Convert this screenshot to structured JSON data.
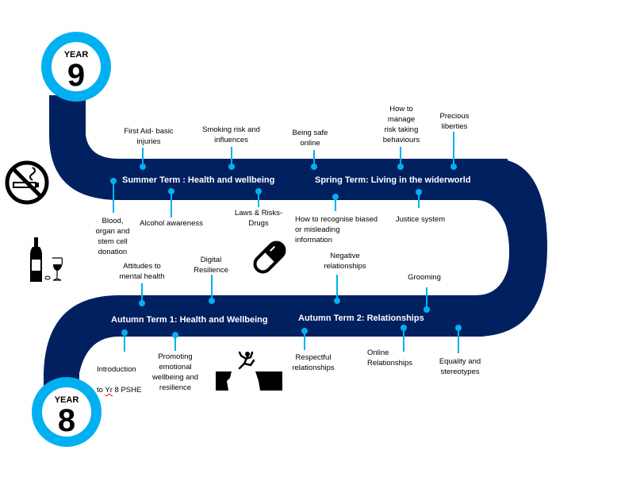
{
  "colors": {
    "road": "#002060",
    "accent": "#00B0F0",
    "text": "#000000"
  },
  "badges": [
    {
      "label": "YEAR",
      "number": "9"
    },
    {
      "label": "YEAR",
      "number": "8"
    }
  ],
  "terms": {
    "summer": "Summer Term :  Health and wellbeing",
    "spring": "Spring Term: Living in the widerworld",
    "autumn1": "Autumn Term 1:  Health and Wellbeing",
    "autumn2": "Autumn Term 2:  Relationships"
  },
  "topics": {
    "first_aid": "First Aid- basic\ninjuries",
    "smoking": "Smoking risk and\ninfluences",
    "being_safe": "Being safe\nonline",
    "manage_risk": "How to\nmanage\nrisk taking\nbehaviours",
    "liberties": "Precious\nliberties",
    "blood": "Blood,\norgan and\nstem cell\ndonation",
    "alcohol": "Alcohol awareness",
    "drugs": "Laws & Risks-\nDrugs",
    "biased": "How to recognise biased\nor misleading\ninformation",
    "justice": "Justice system",
    "attitudes": "Attitudes to\nmental health",
    "digital": "Digital\nResilience",
    "negative": "Negative\nrelationships",
    "grooming": "Grooming",
    "intro_a": "Introduction",
    "intro_b1": "to ",
    "intro_b2": "Yr",
    "intro_b3": " 8 PSHE",
    "promoting": "Promoting\nemotional\nwellbeing and\nresilience",
    "respectful": "Respectful\nrelationships",
    "online": "Online\nRelationships",
    "equality": "Equality and\nstereotypes"
  },
  "icons": [
    "no-smoking-icon",
    "wine-bottle-glass-icon",
    "pill-capsule-icon",
    "leap-cliff-icon"
  ]
}
